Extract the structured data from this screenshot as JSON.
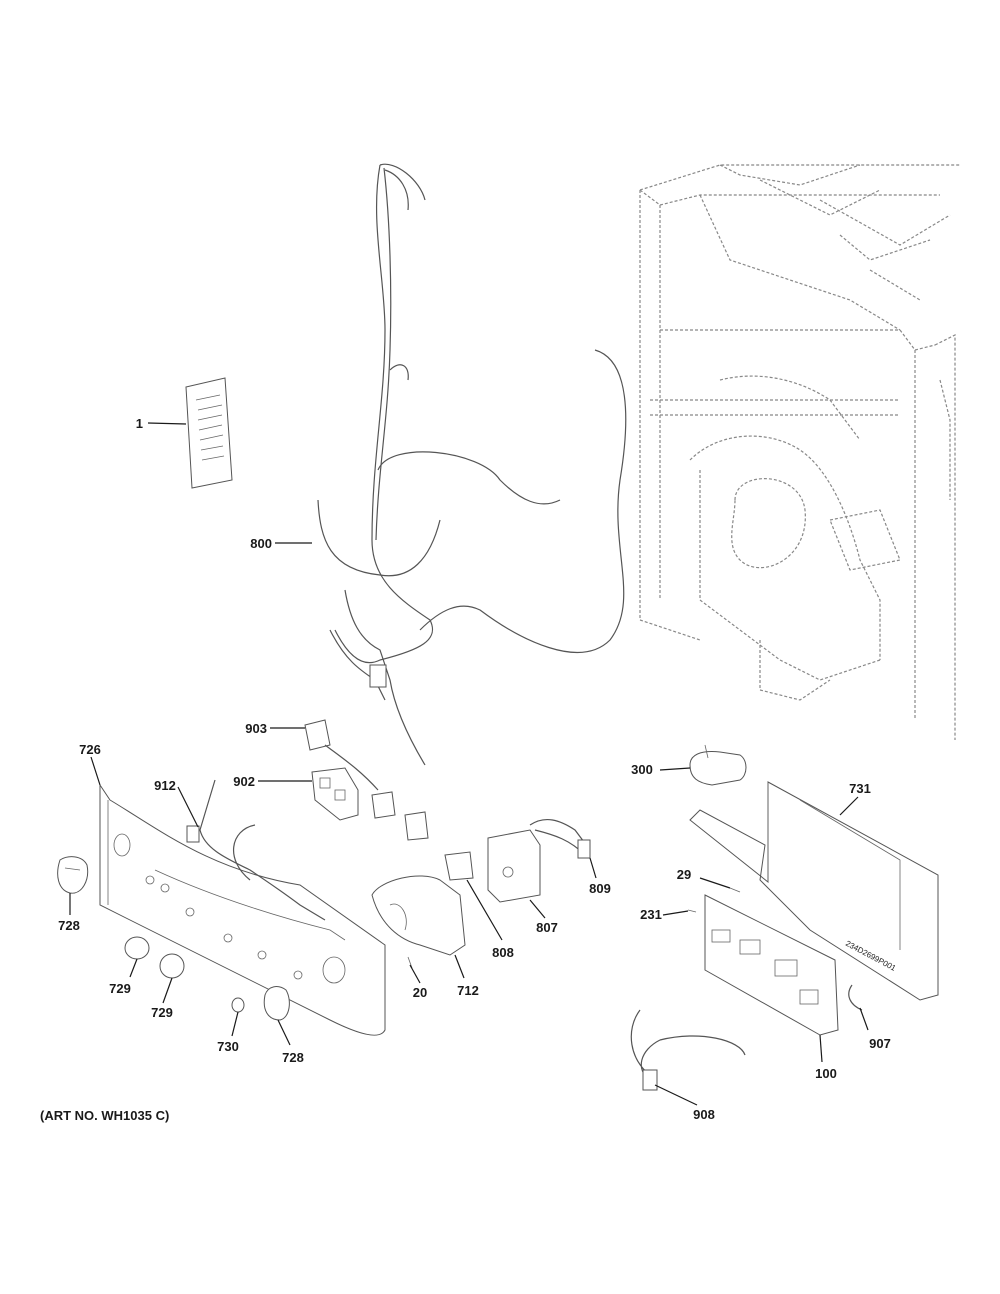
{
  "diagram": {
    "callouts": {
      "c1": "1",
      "c800": "800",
      "c903": "903",
      "c902": "902",
      "c726": "726",
      "c912": "912",
      "c728a": "728",
      "c729a": "729",
      "c729b": "729",
      "c730": "730",
      "c728b": "728",
      "c20": "20",
      "c712": "712",
      "c808": "808",
      "c807": "807",
      "c809": "809",
      "c300": "300",
      "c731": "731",
      "c29": "29",
      "c231": "231",
      "c907": "907",
      "c100": "100",
      "c908": "908"
    },
    "art_number": "(ART NO. WH1035 C)",
    "board_marking": "234D2699P001"
  }
}
